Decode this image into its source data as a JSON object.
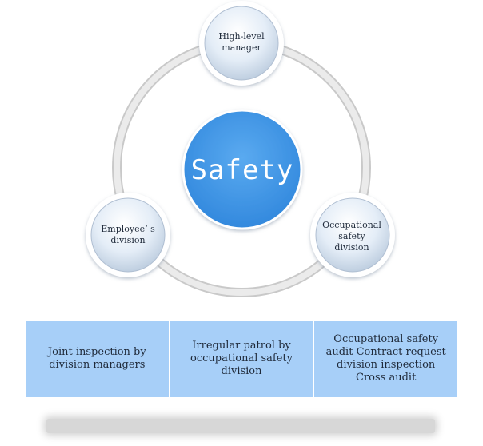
{
  "diagram": {
    "center": "Safety",
    "top": "High-level\nmanager",
    "left": "Employee’ s\ndivision",
    "right": "Occupational\nsafety\ndivision"
  },
  "table": {
    "cells": [
      "Joint inspection by\ndivision managers",
      "Irregular patrol by\noccupational safety\ndivision",
      "Occupational safety\naudit Contract request\ndivision inspection\nCross audit"
    ]
  },
  "colors": {
    "center_fill": "#3f98ea",
    "node_fill": "#dce8f5",
    "ring": "#d4d4d4",
    "cell_fill": "#a7cff8"
  }
}
